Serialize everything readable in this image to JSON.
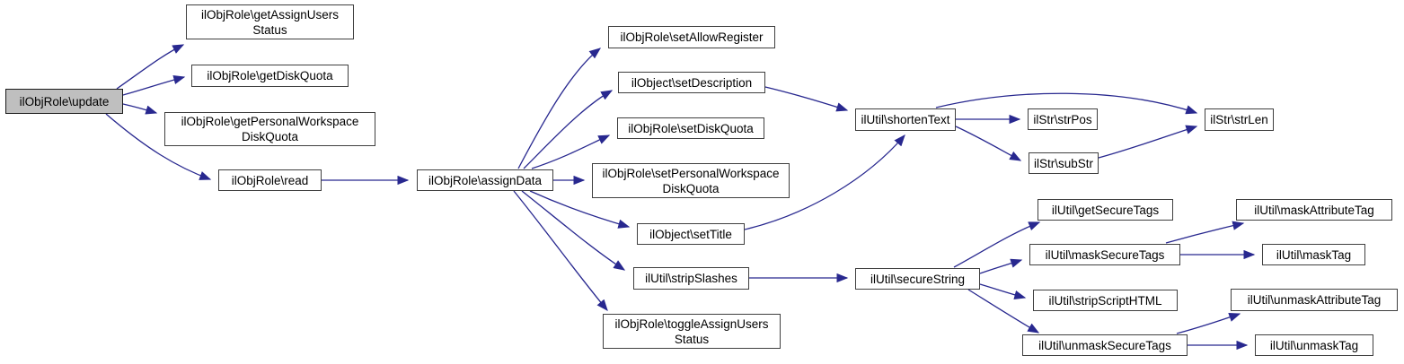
{
  "diagram": {
    "type": "call-graph",
    "edge_color": "#28288f",
    "node_border_color": "#3f3f3f",
    "node_fill": "#ffffff",
    "root_node_fill": "#bfbfbf",
    "text_color": "#000000"
  },
  "nodes": {
    "update": {
      "label": "ilObjRole\\update"
    },
    "get_assign_users_status": {
      "label": "ilObjRole\\getAssignUsers\nStatus"
    },
    "get_disk_quota": {
      "label": "ilObjRole\\getDiskQuota"
    },
    "get_personal_workspace_disk_quota": {
      "label": "ilObjRole\\getPersonalWorkspace\nDiskQuota"
    },
    "read": {
      "label": "ilObjRole\\read"
    },
    "assign_data": {
      "label": "ilObjRole\\assignData"
    },
    "set_allow_register": {
      "label": "ilObjRole\\setAllowRegister"
    },
    "set_description": {
      "label": "ilObject\\setDescription"
    },
    "set_disk_quota": {
      "label": "ilObjRole\\setDiskQuota"
    },
    "set_personal_workspace_disk_quota": {
      "label": "ilObjRole\\setPersonalWorkspace\nDiskQuota"
    },
    "set_title": {
      "label": "ilObject\\setTitle"
    },
    "strip_slashes": {
      "label": "ilUtil\\stripSlashes"
    },
    "toggle_assign_users_status": {
      "label": "ilObjRole\\toggleAssignUsers\nStatus"
    },
    "shorten_text": {
      "label": "ilUtil\\shortenText"
    },
    "str_pos": {
      "label": "ilStr\\strPos"
    },
    "sub_str": {
      "label": "ilStr\\subStr"
    },
    "str_len": {
      "label": "ilStr\\strLen"
    },
    "secure_string": {
      "label": "ilUtil\\secureString"
    },
    "get_secure_tags": {
      "label": "ilUtil\\getSecureTags"
    },
    "mask_secure_tags": {
      "label": "ilUtil\\maskSecureTags"
    },
    "mask_attribute_tag": {
      "label": "ilUtil\\maskAttributeTag"
    },
    "mask_tag": {
      "label": "ilUtil\\maskTag"
    },
    "strip_script_html": {
      "label": "ilUtil\\stripScriptHTML"
    },
    "unmask_secure_tags": {
      "label": "ilUtil\\unmaskSecureTags"
    },
    "unmask_attribute_tag": {
      "label": "ilUtil\\unmaskAttributeTag"
    },
    "unmask_tag": {
      "label": "ilUtil\\unmaskTag"
    }
  }
}
